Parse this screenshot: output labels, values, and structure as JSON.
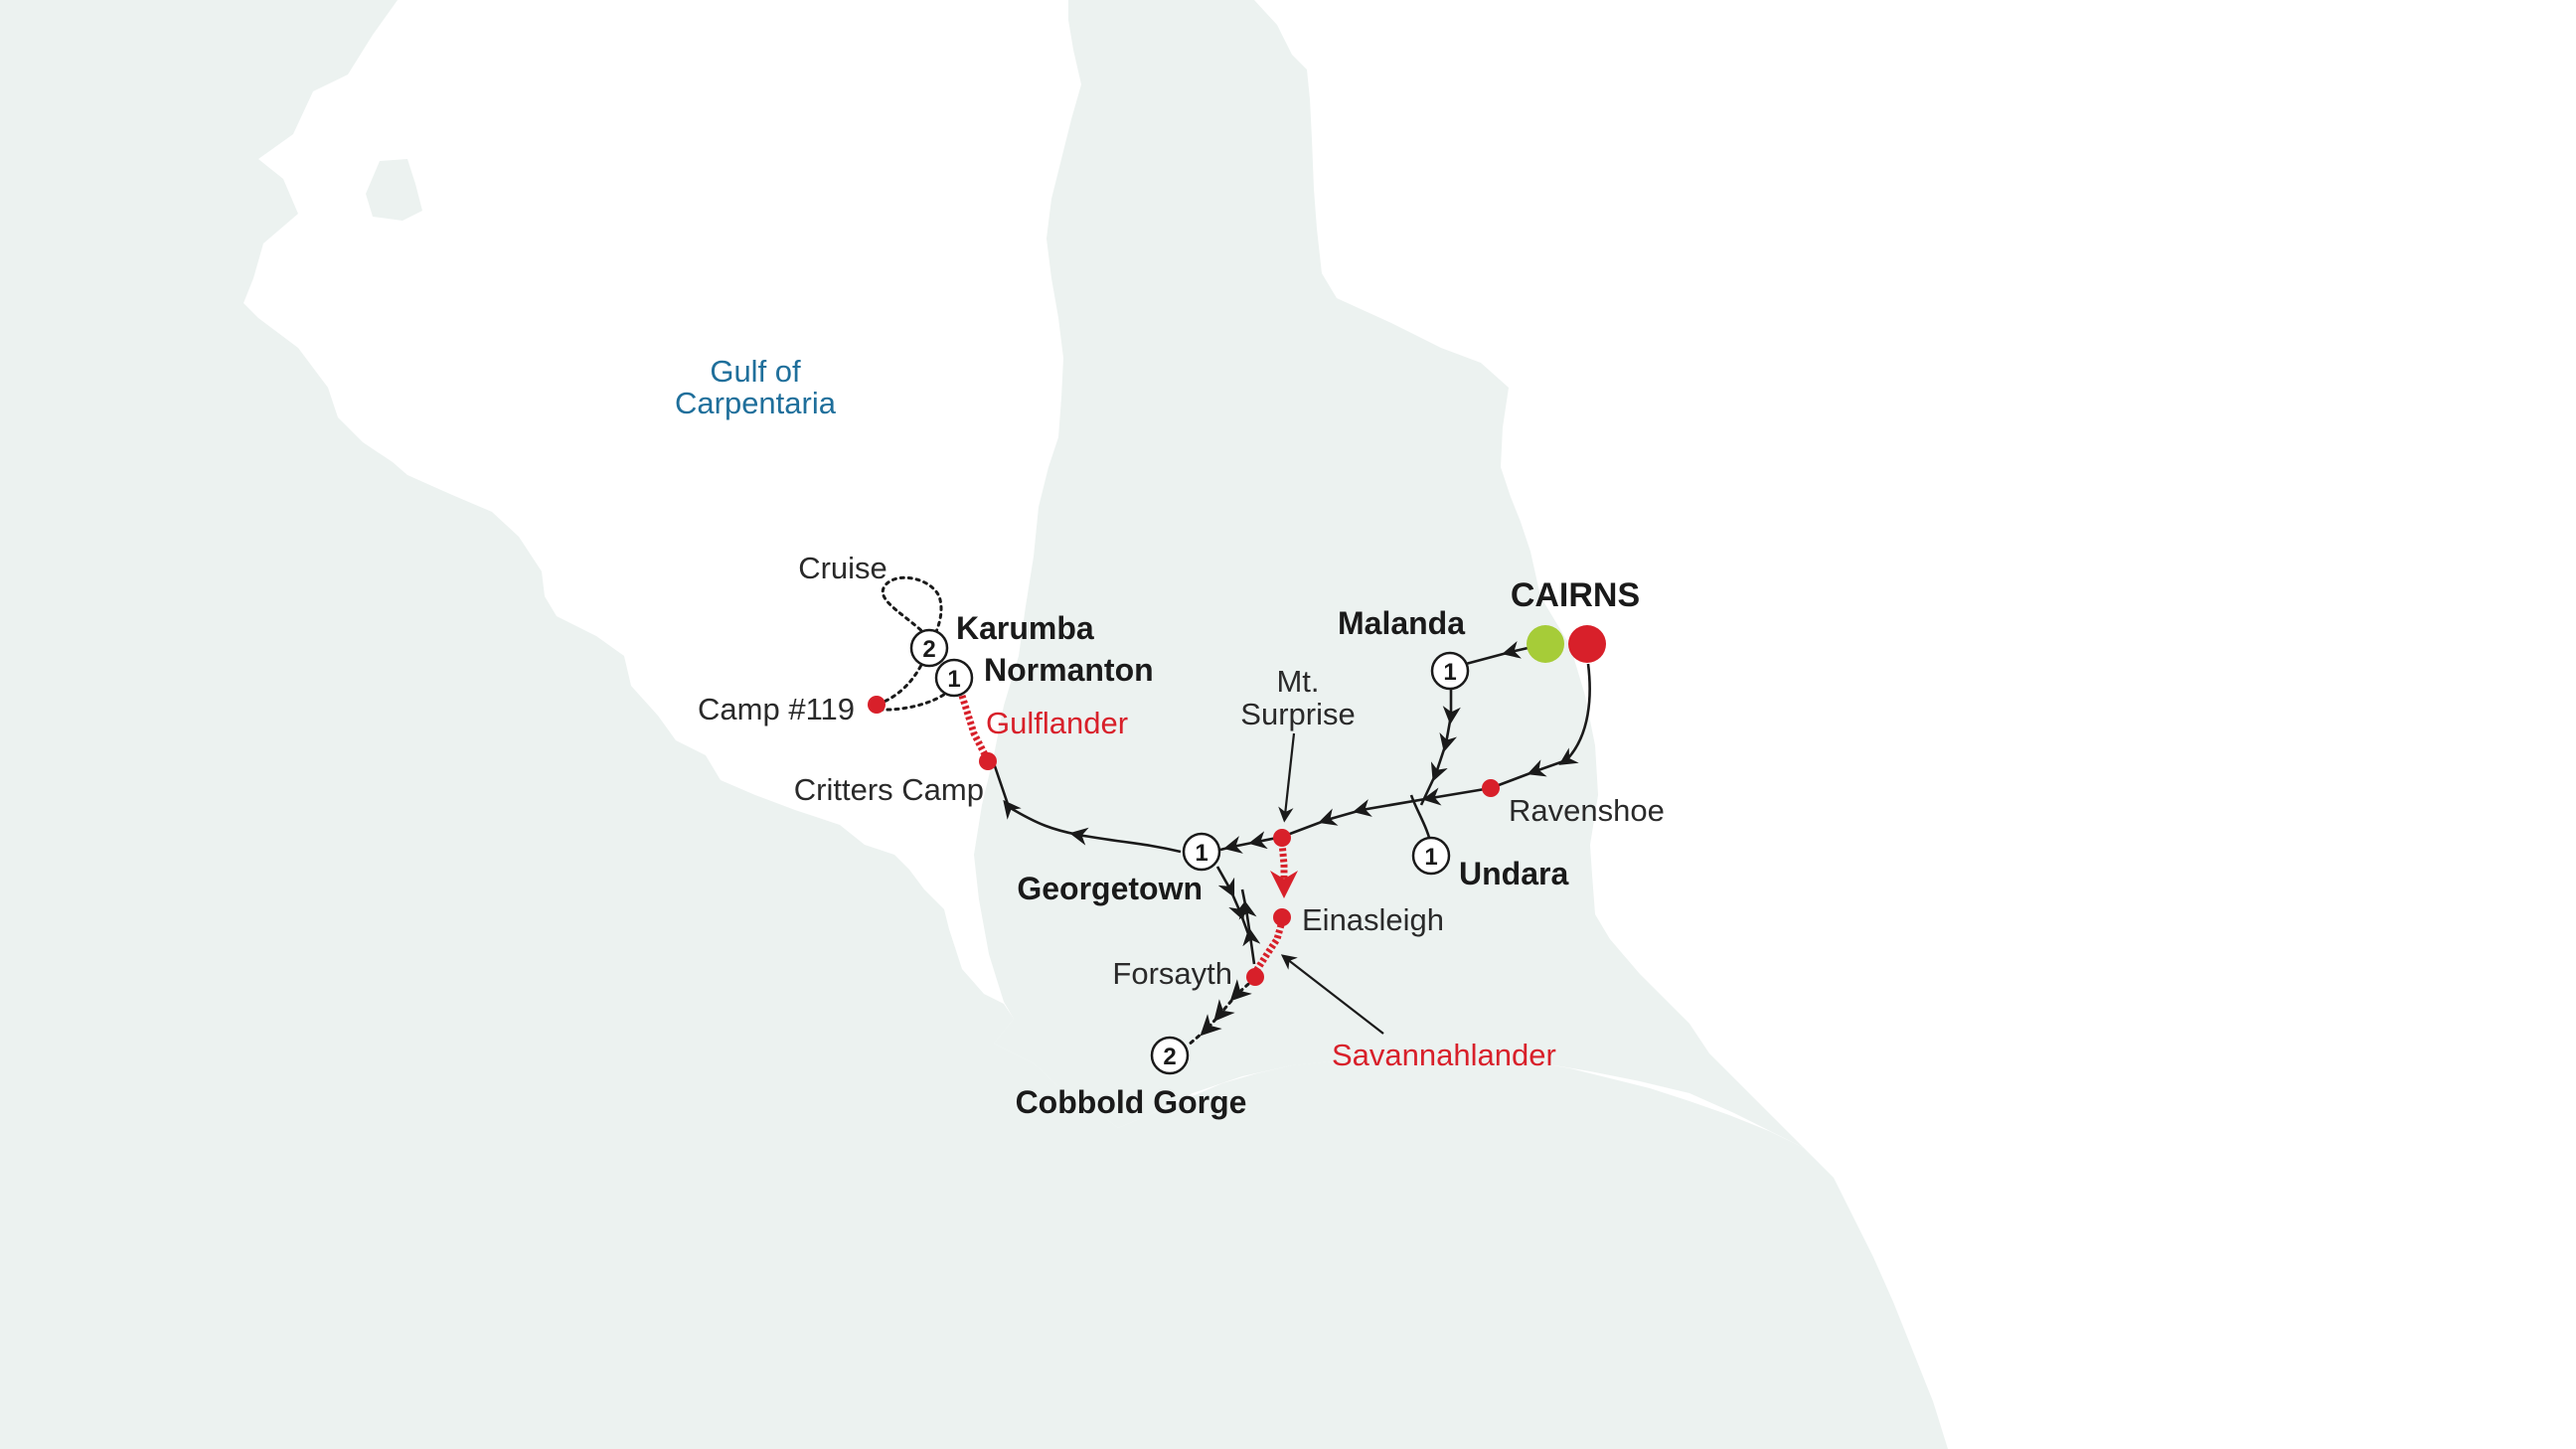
{
  "colors": {
    "land": "#ecf2f0",
    "sea": "#ffffff",
    "route": "#1a1a1a",
    "stop_dot": "#d8202a",
    "start_marker": "#a6cc38",
    "end_marker": "#d8202a",
    "water_label": "#1f6f9b",
    "rail_label": "#d8202a"
  },
  "water": {
    "gulf_line1": "Gulf of",
    "gulf_line2": "Carpentaria"
  },
  "places": {
    "cairns": "CAIRNS",
    "malanda": "Malanda",
    "karumba": "Karumba",
    "normanton": "Normanton",
    "georgetown": "Georgetown",
    "undara": "Undara",
    "cobbold": "Cobbold Gorge",
    "cruise": "Cruise",
    "camp": "Camp #119",
    "critters": "Critters Camp",
    "mt_line1": "Mt.",
    "mt_line2": "Surprise",
    "einasleigh": "Einasleigh",
    "forsayth": "Forsayth",
    "ravenshoe": "Ravenshoe"
  },
  "rail": {
    "gulflander": "Gulflander",
    "savannahlander": "Savannahlander"
  },
  "nights": {
    "karumba": "2",
    "normanton": "1",
    "malanda": "1",
    "georgetown": "1",
    "undara": "1",
    "cobbold": "2"
  }
}
